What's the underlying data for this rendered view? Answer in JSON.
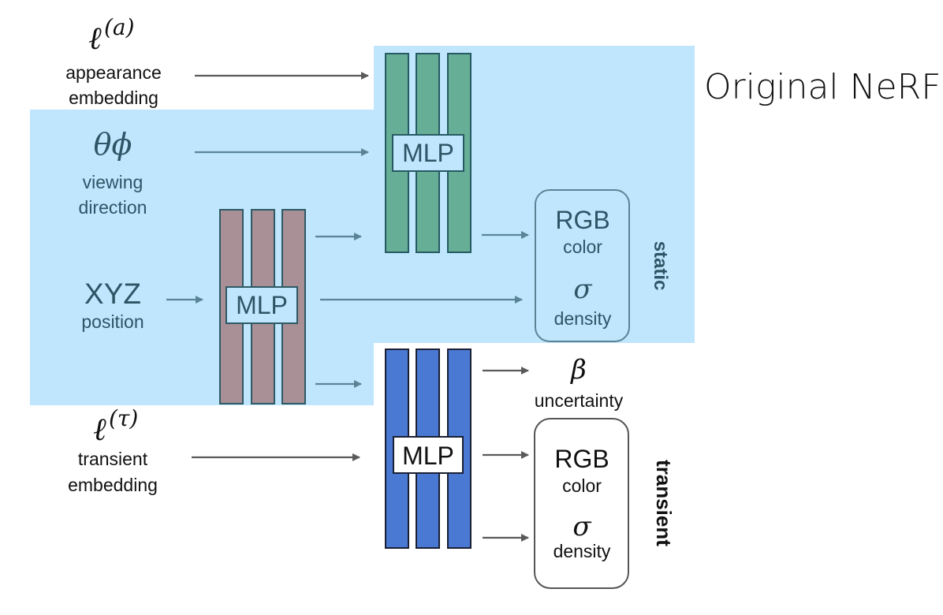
{
  "title": "Original NeRF",
  "colors": {
    "static_region": "#bfe6fc",
    "static_mlp_fill": "#67ae97",
    "static_mlp_stroke": "#265a63",
    "position_mlp_fill": "#a98f96",
    "position_mlp_stroke": "#2e5a66",
    "transient_mlp_fill": "#4a79d4",
    "transient_mlp_stroke": "#1a1f33",
    "static_text": "#2d5566",
    "dark_text": "#111111",
    "static_arrow": "#5a8496",
    "dark_arrow": "#5a5a5a"
  },
  "inputs": {
    "appearance": {
      "symbol": "ℓ",
      "superscript": "(a)",
      "line1": "appearance",
      "line2": "embedding"
    },
    "viewing": {
      "symbol": "θϕ",
      "line1": "viewing",
      "line2": "direction"
    },
    "position": {
      "symbol": "XYZ",
      "line1": "position"
    },
    "transient": {
      "symbol": "ℓ",
      "superscript": "(τ)",
      "line1": "transient",
      "line2": "embedding"
    }
  },
  "mlps": {
    "static_head": {
      "label": "MLP"
    },
    "position_trunk": {
      "label": "MLP"
    },
    "transient_head": {
      "label": "MLP"
    }
  },
  "static_output": {
    "rgb": "RGB",
    "rgb_caption": "color",
    "sigma": "σ",
    "sigma_caption": "density",
    "side_label": "static"
  },
  "transient_output": {
    "beta": "β",
    "beta_caption": "uncertainty",
    "rgb": "RGB",
    "rgb_caption": "color",
    "sigma": "σ",
    "sigma_caption": "density",
    "side_label": "transient"
  }
}
